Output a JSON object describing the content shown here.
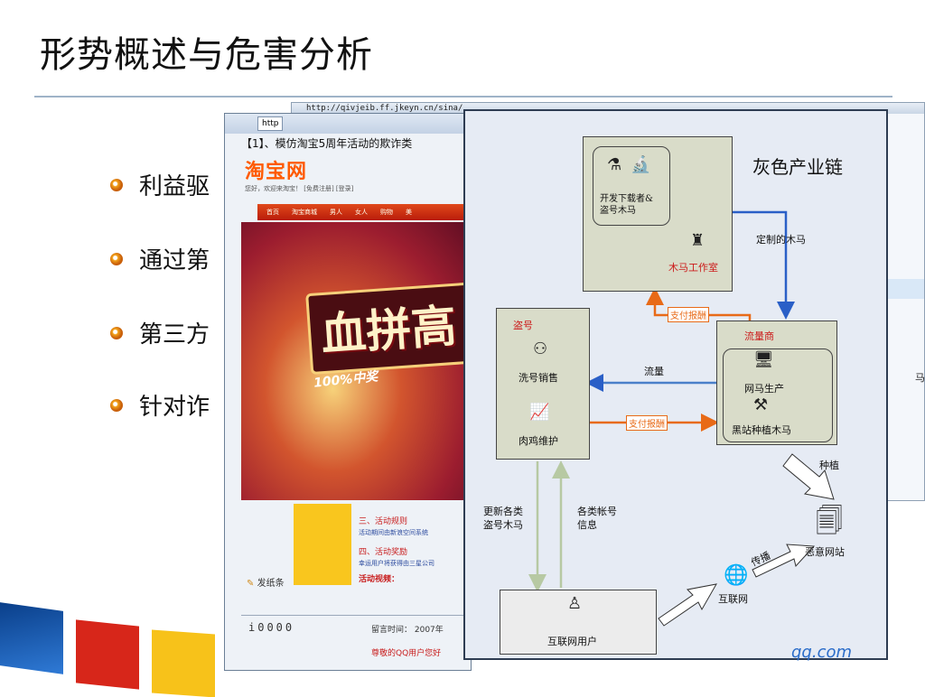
{
  "slide": {
    "title": "形势概述与危害分析",
    "bullets": [
      "利益驱",
      "通过第",
      "第三方",
      "针对诈"
    ]
  },
  "back_browser": {
    "address": "http://qivjeib.ff.jkeyn.cn/sina/",
    "partial_text": "马,"
  },
  "main_browser": {
    "tab_label": "http",
    "ad_title": "【1】、模仿淘宝5周年活动的欺诈类",
    "logo": "淘宝网",
    "small_line": "您好，欢迎来淘宝！ [免费注册] [登录]",
    "nav": [
      "首页",
      "淘宝商城",
      "男人",
      "女人",
      "购物",
      "美"
    ],
    "hero_text": "血拼高",
    "hero_sub": "100%中奖",
    "rules_heading": "三、活动规则",
    "rules_small": "活动期间由新浪空间系统",
    "prize_heading": "四、活动奖励",
    "prize_small": "幸运用户将获得由三星公司",
    "video_label": "活动视频：",
    "post_button": "发纸条",
    "counter": "i0000",
    "msg_time": "留言时间： 2007年",
    "msg_dear": "尊敬的QQ用户您好"
  },
  "diagram": {
    "heading": "灰色产业链",
    "dev_box": "开发下载者&\n盗号木马",
    "studio": "木马工作室",
    "custom_trojan": "定制的木马",
    "pay1": "支付报酬",
    "steal_label": "盗号",
    "wash": "洗号销售",
    "broiler": "肉鸡维护",
    "flow": "流量",
    "pay2": "支付报酬",
    "traffic_dealer": "流量商",
    "trojan_make": "网马生产",
    "black_site": "黑站种植木马",
    "plant": "种植",
    "update": "更新各类\n盗号木马",
    "account_info": "各类帐号\n信息",
    "malicious": "恶意网站",
    "spread": "传播",
    "internet": "互联网",
    "users": "互联网用户"
  },
  "footer": {
    "logo": "qq.com"
  },
  "colors": {
    "accent_blue": "#2a5fc7",
    "accent_orange": "#e86a17",
    "panel_bg": "#e6ebf4",
    "box_bg": "#d9dcc9"
  }
}
